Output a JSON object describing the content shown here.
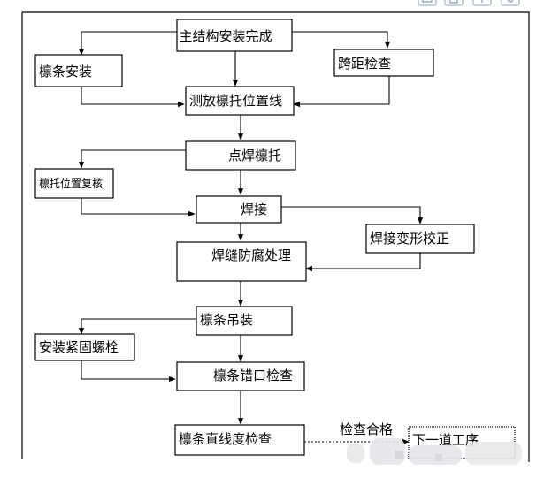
{
  "nodes": {
    "main_structure": "主结构安装完成",
    "purlin_install": "檩条安装",
    "span_check": "跨距检查",
    "measure_line": "测放檩托位置线",
    "spot_weld": "点焊檩托",
    "position_recheck": "檩托位置复核",
    "weld": "焊接",
    "weld_correct": "焊接变形校正",
    "anticorrosion": "焊缝防腐处理",
    "purlin_hoist": "檩条吊装",
    "install_bolts": "安装紧固螺栓",
    "misalign_check": "檩条错口检查",
    "straightness_check": "檩条直线度检查",
    "next_process": "下一道工序"
  },
  "edge_labels": {
    "pass": "检查合格"
  },
  "toolbar": {
    "icons": [
      "image-icon",
      "document-icon",
      "upload-icon",
      "settings-icon"
    ]
  }
}
